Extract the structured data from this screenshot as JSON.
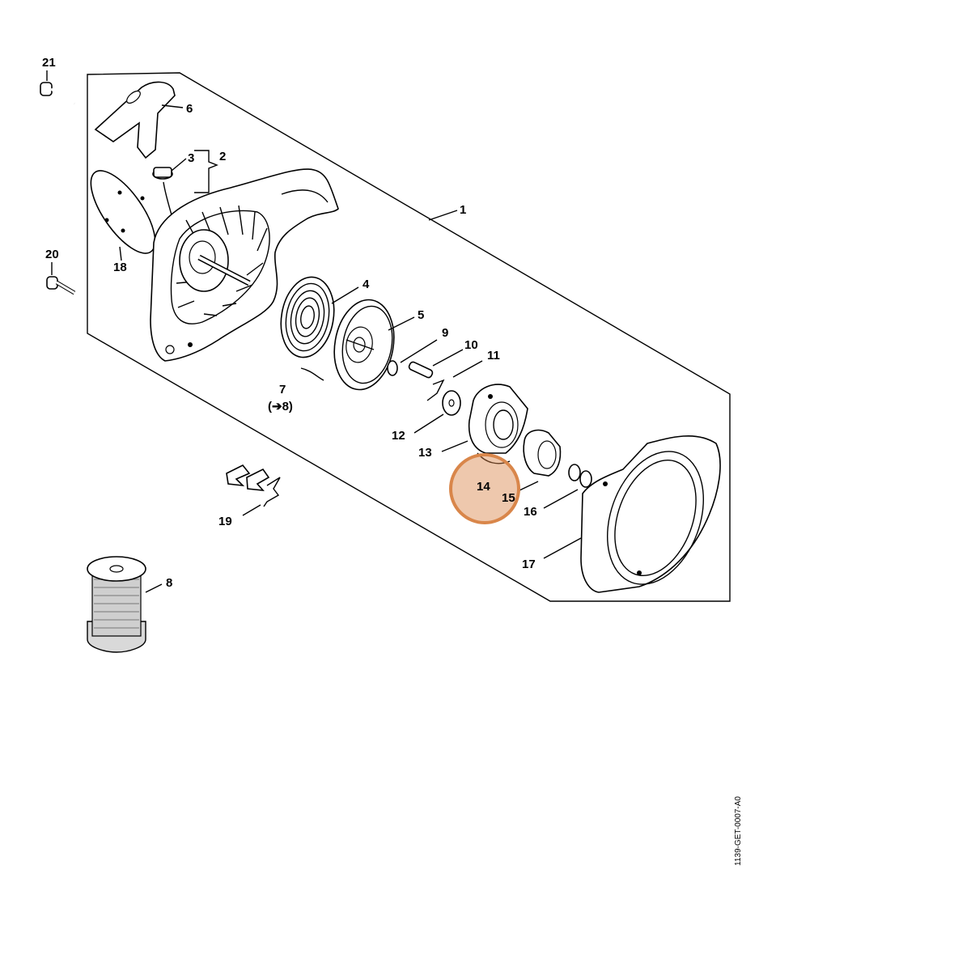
{
  "diagram": {
    "part_labels": [
      "1",
      "2",
      "3",
      "4",
      "5",
      "6",
      "7",
      "8",
      "9",
      "10",
      "11",
      "12",
      "13",
      "14",
      "15",
      "16",
      "17",
      "18",
      "19",
      "20",
      "21",
      "8"
    ],
    "reference_note": "(➔8)",
    "drawing_code": "1139-GET-0007-A0",
    "highlight": {
      "label": "14",
      "color": "#d9864a"
    }
  }
}
